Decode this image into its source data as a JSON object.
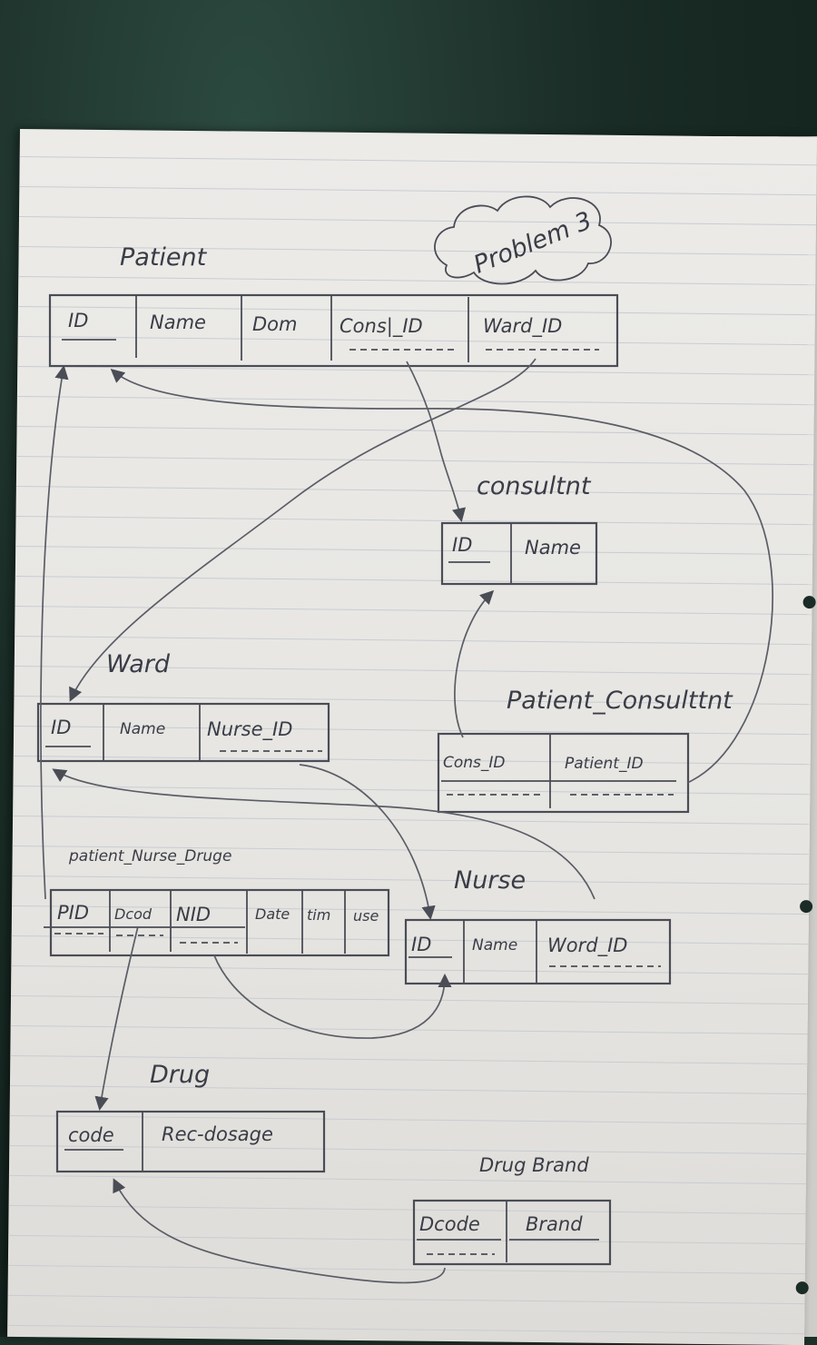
{
  "title": "Problem 3",
  "tables": {
    "patient": {
      "name": "Patient",
      "cols": [
        "ID",
        "Name",
        "Dom",
        "Cons|_ID",
        "Ward_ID"
      ]
    },
    "consultant": {
      "name": "consultnt",
      "cols": [
        "ID",
        "Name"
      ]
    },
    "ward": {
      "name": "Ward",
      "cols": [
        "ID",
        "Name",
        "Nurse_ID"
      ]
    },
    "patient_consultant": {
      "name": "Patient_Consulttnt",
      "cols": [
        "Cons_ID",
        "Patient_ID"
      ]
    },
    "patient_nurse_drug": {
      "name": "patient_Nurse_Druge",
      "cols": [
        "PID",
        "Dcod",
        "NID",
        "Date",
        "tim",
        "use"
      ]
    },
    "nurse": {
      "name": "Nurse",
      "cols": [
        "ID",
        "Name",
        "Word_ID"
      ]
    },
    "drug": {
      "name": "Drug",
      "cols": [
        "code",
        "Rec-dosage"
      ]
    },
    "drug_brand": {
      "name": "Drug Brand",
      "cols": [
        "Dcode",
        "Brand"
      ]
    }
  }
}
